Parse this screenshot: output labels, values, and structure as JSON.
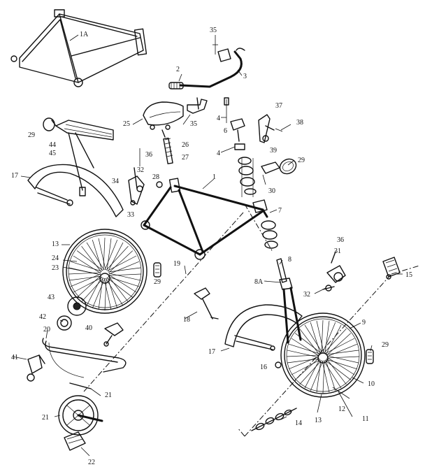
{
  "labels": [
    {
      "id": "1A",
      "text": "1A"
    },
    {
      "id": "35a",
      "text": "35"
    },
    {
      "id": "2",
      "text": "2"
    },
    {
      "id": "3",
      "text": "3"
    },
    {
      "id": "25",
      "text": "25"
    },
    {
      "id": "35b",
      "text": "35"
    },
    {
      "id": "4a",
      "text": "4"
    },
    {
      "id": "6",
      "text": "6"
    },
    {
      "id": "4b",
      "text": "4"
    },
    {
      "id": "37",
      "text": "37"
    },
    {
      "id": "38",
      "text": "38"
    },
    {
      "id": "39",
      "text": "39"
    },
    {
      "id": "29a",
      "text": "29"
    },
    {
      "id": "29b",
      "text": "29"
    },
    {
      "id": "44",
      "text": "44"
    },
    {
      "id": "45",
      "text": "45"
    },
    {
      "id": "26",
      "text": "26"
    },
    {
      "id": "27",
      "text": "27"
    },
    {
      "id": "36a",
      "text": "36"
    },
    {
      "id": "32a",
      "text": "32"
    },
    {
      "id": "28",
      "text": "28"
    },
    {
      "id": "1",
      "text": "1"
    },
    {
      "id": "30",
      "text": "30"
    },
    {
      "id": "17a",
      "text": "17"
    },
    {
      "id": "34",
      "text": "34"
    },
    {
      "id": "33",
      "text": "33"
    },
    {
      "id": "7",
      "text": "7"
    },
    {
      "id": "13a",
      "text": "13"
    },
    {
      "id": "24",
      "text": "24"
    },
    {
      "id": "23",
      "text": "23"
    },
    {
      "id": "19",
      "text": "19"
    },
    {
      "id": "29c",
      "text": "29"
    },
    {
      "id": "8",
      "text": "8"
    },
    {
      "id": "36b",
      "text": "36"
    },
    {
      "id": "31",
      "text": "31"
    },
    {
      "id": "15",
      "text": "15"
    },
    {
      "id": "8A",
      "text": "8A"
    },
    {
      "id": "32b",
      "text": "32"
    },
    {
      "id": "43",
      "text": "43"
    },
    {
      "id": "42",
      "text": "42"
    },
    {
      "id": "40",
      "text": "40"
    },
    {
      "id": "18",
      "text": "18"
    },
    {
      "id": "9",
      "text": "9"
    },
    {
      "id": "20",
      "text": "20"
    },
    {
      "id": "29d",
      "text": "29"
    },
    {
      "id": "41",
      "text": "41"
    },
    {
      "id": "17b",
      "text": "17"
    },
    {
      "id": "16",
      "text": "16"
    },
    {
      "id": "10",
      "text": "10"
    },
    {
      "id": "21a",
      "text": "21"
    },
    {
      "id": "12",
      "text": "12"
    },
    {
      "id": "11",
      "text": "11"
    },
    {
      "id": "21b",
      "text": "21"
    },
    {
      "id": "13b",
      "text": "13"
    },
    {
      "id": "14",
      "text": "14"
    },
    {
      "id": "22",
      "text": "22"
    }
  ]
}
